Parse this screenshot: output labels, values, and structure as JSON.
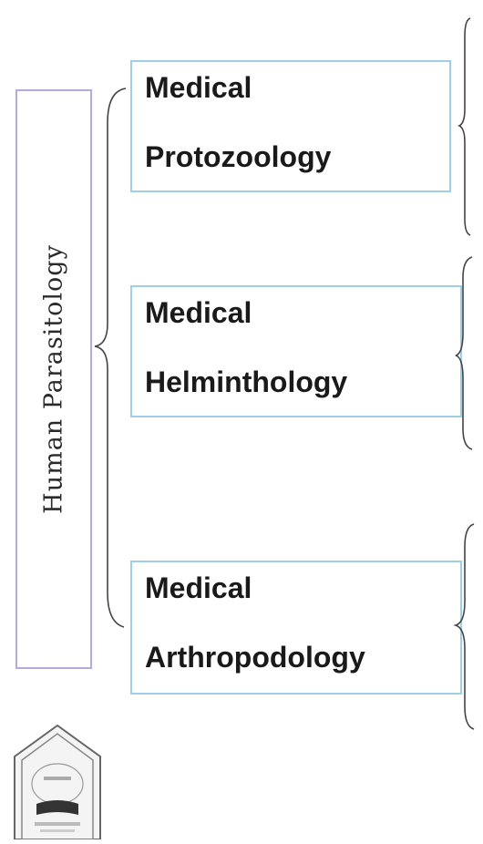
{
  "root": {
    "label": "Human Parasitology"
  },
  "categories": [
    {
      "line1": "Medical",
      "line2": "Protozoology"
    },
    {
      "line1": "Medical",
      "line2": "Helminthology"
    },
    {
      "line1": "Medical",
      "line2": "Arthropodology"
    }
  ],
  "colors": {
    "root_border": "#b9a9d6",
    "category_border": "#9fcfe4",
    "brace": "#444444"
  },
  "logo": {
    "icon": "university-seal-icon"
  }
}
